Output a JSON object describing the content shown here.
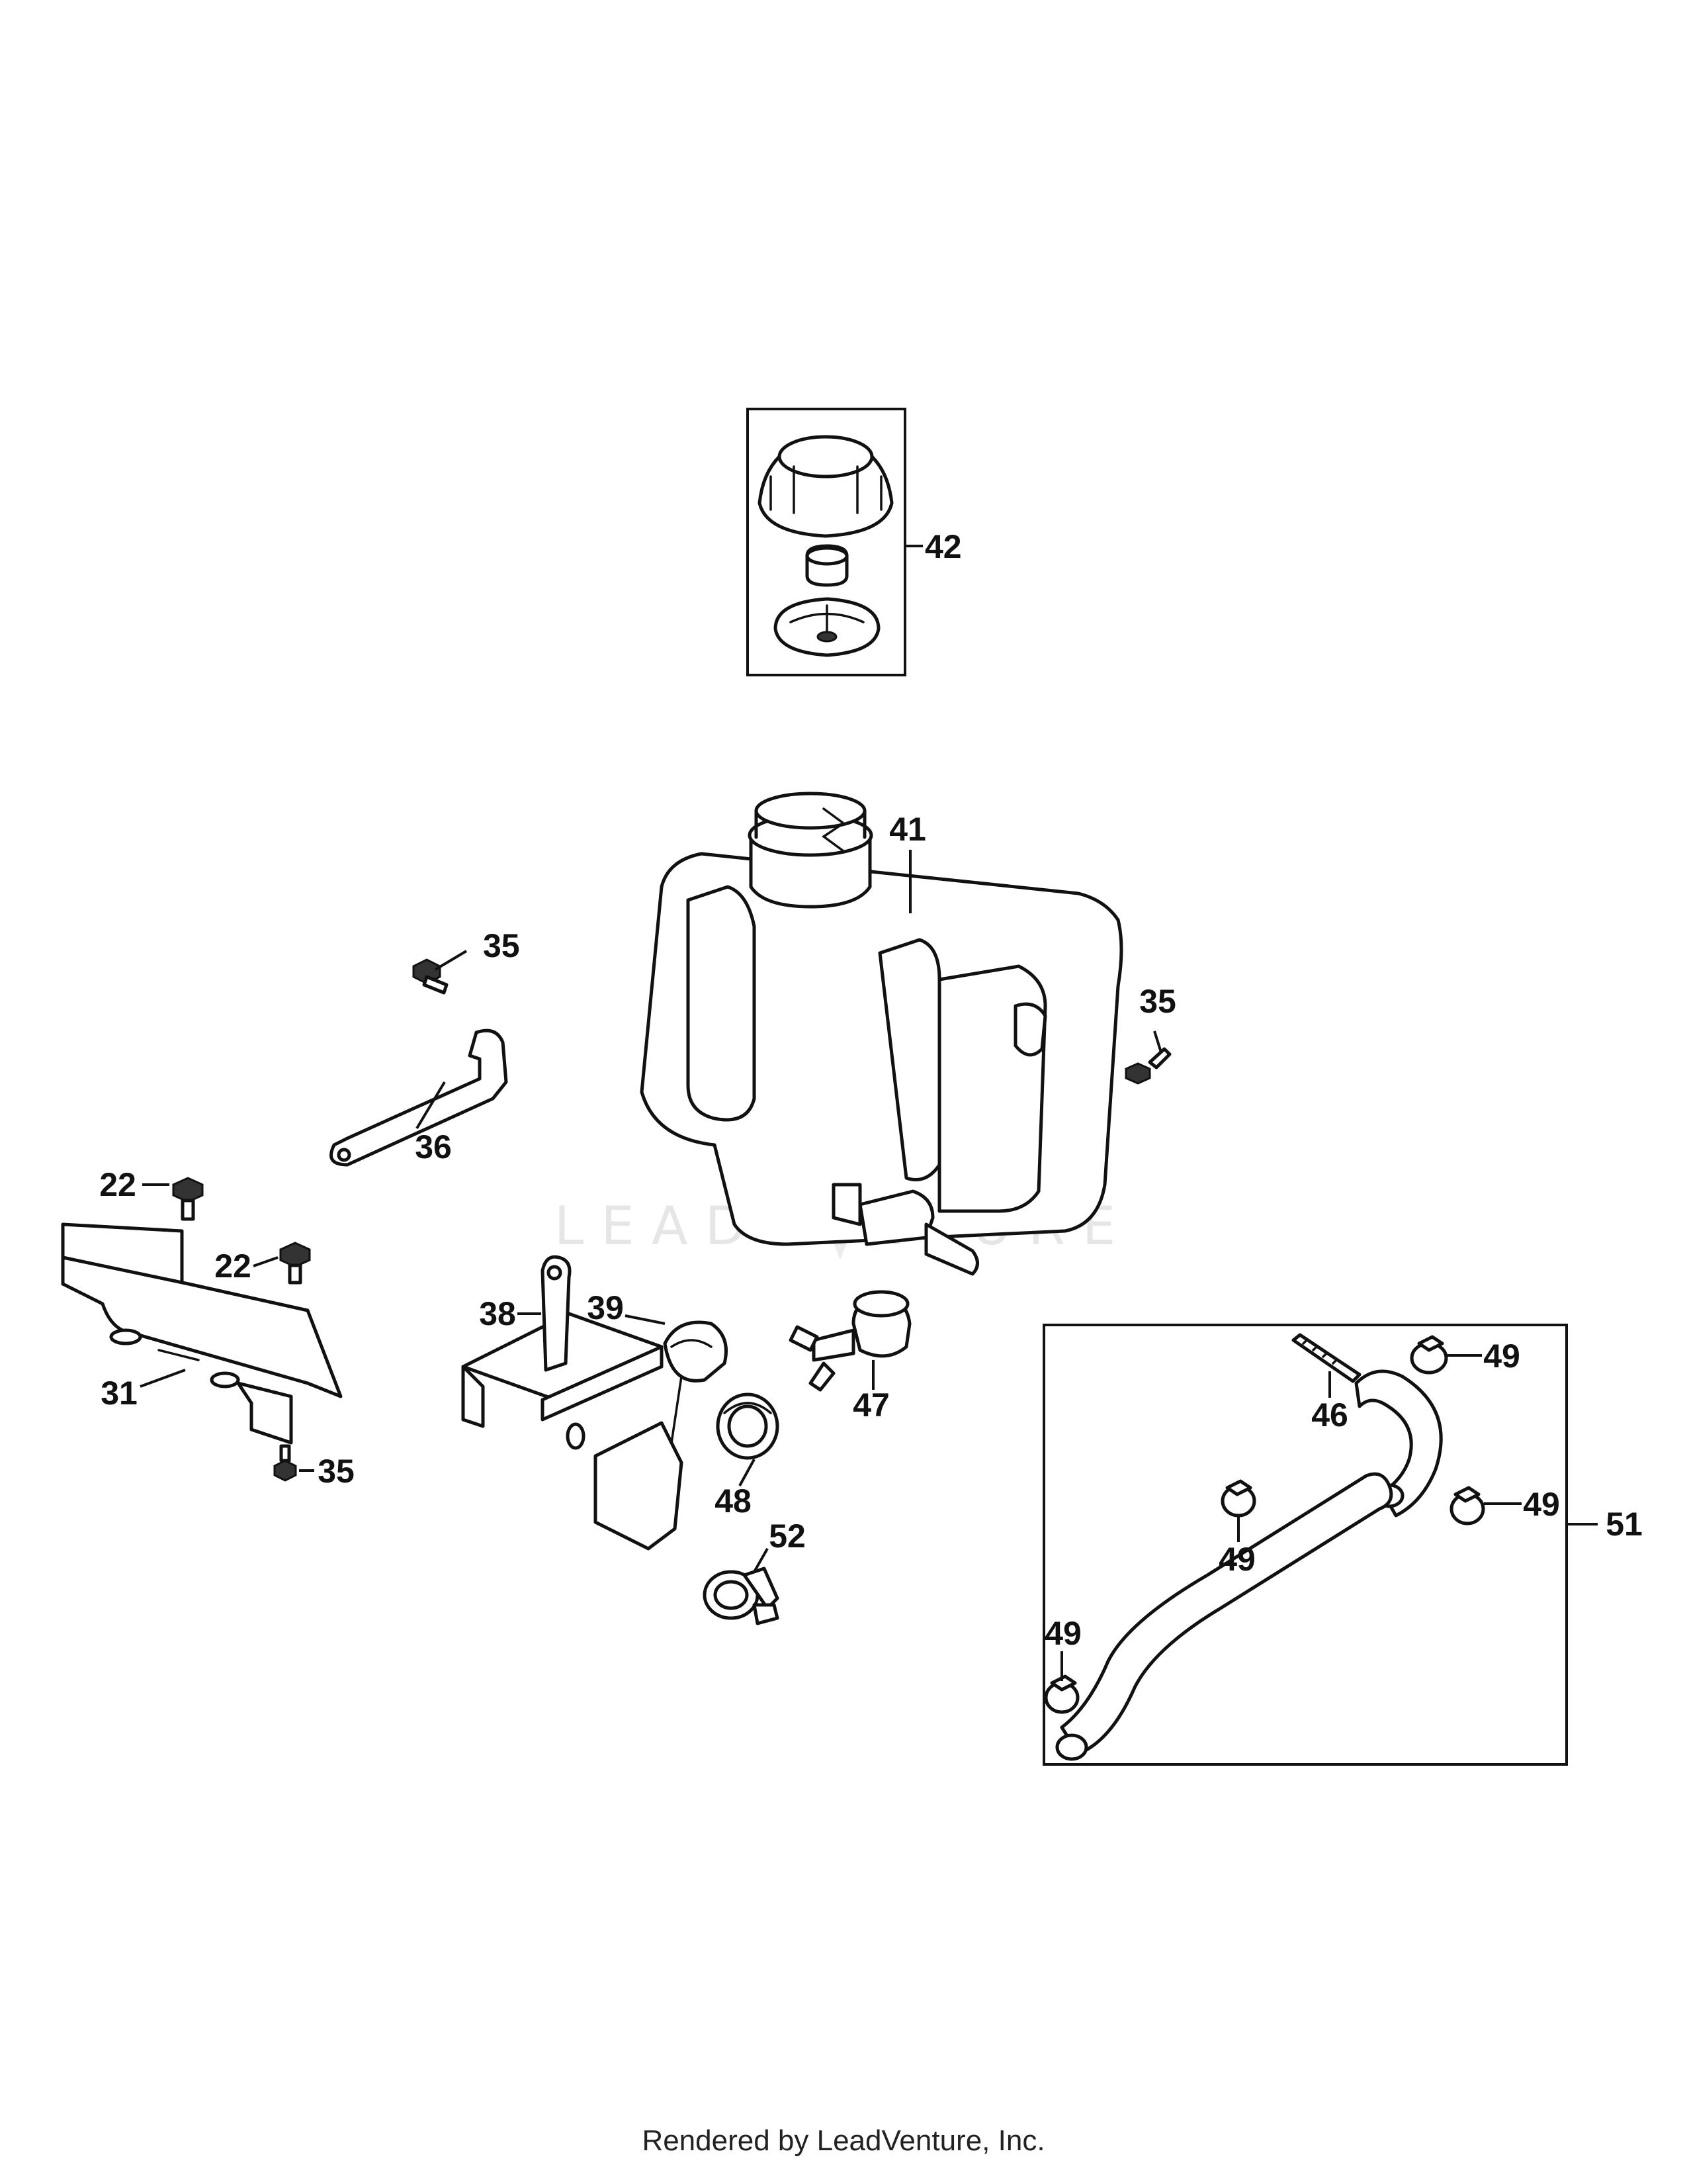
{
  "diagram": {
    "watermark": "LEADVENTURE",
    "callouts": [
      {
        "id": "c42",
        "label": "42"
      },
      {
        "id": "c41",
        "label": "41"
      },
      {
        "id": "c35a",
        "label": "35"
      },
      {
        "id": "c36",
        "label": "36"
      },
      {
        "id": "c35b",
        "label": "35"
      },
      {
        "id": "c22a",
        "label": "22"
      },
      {
        "id": "c22b",
        "label": "22"
      },
      {
        "id": "c31",
        "label": "31"
      },
      {
        "id": "c35c",
        "label": "35"
      },
      {
        "id": "c38",
        "label": "38"
      },
      {
        "id": "c39",
        "label": "39"
      },
      {
        "id": "c47",
        "label": "47"
      },
      {
        "id": "c48",
        "label": "48"
      },
      {
        "id": "c52",
        "label": "52"
      },
      {
        "id": "c46",
        "label": "46"
      },
      {
        "id": "c49a",
        "label": "49"
      },
      {
        "id": "c49b",
        "label": "49"
      },
      {
        "id": "c49c",
        "label": "49"
      },
      {
        "id": "c49d",
        "label": "49"
      },
      {
        "id": "c51",
        "label": "51"
      }
    ]
  },
  "footer": {
    "text": "Rendered by LeadVenture, Inc."
  }
}
